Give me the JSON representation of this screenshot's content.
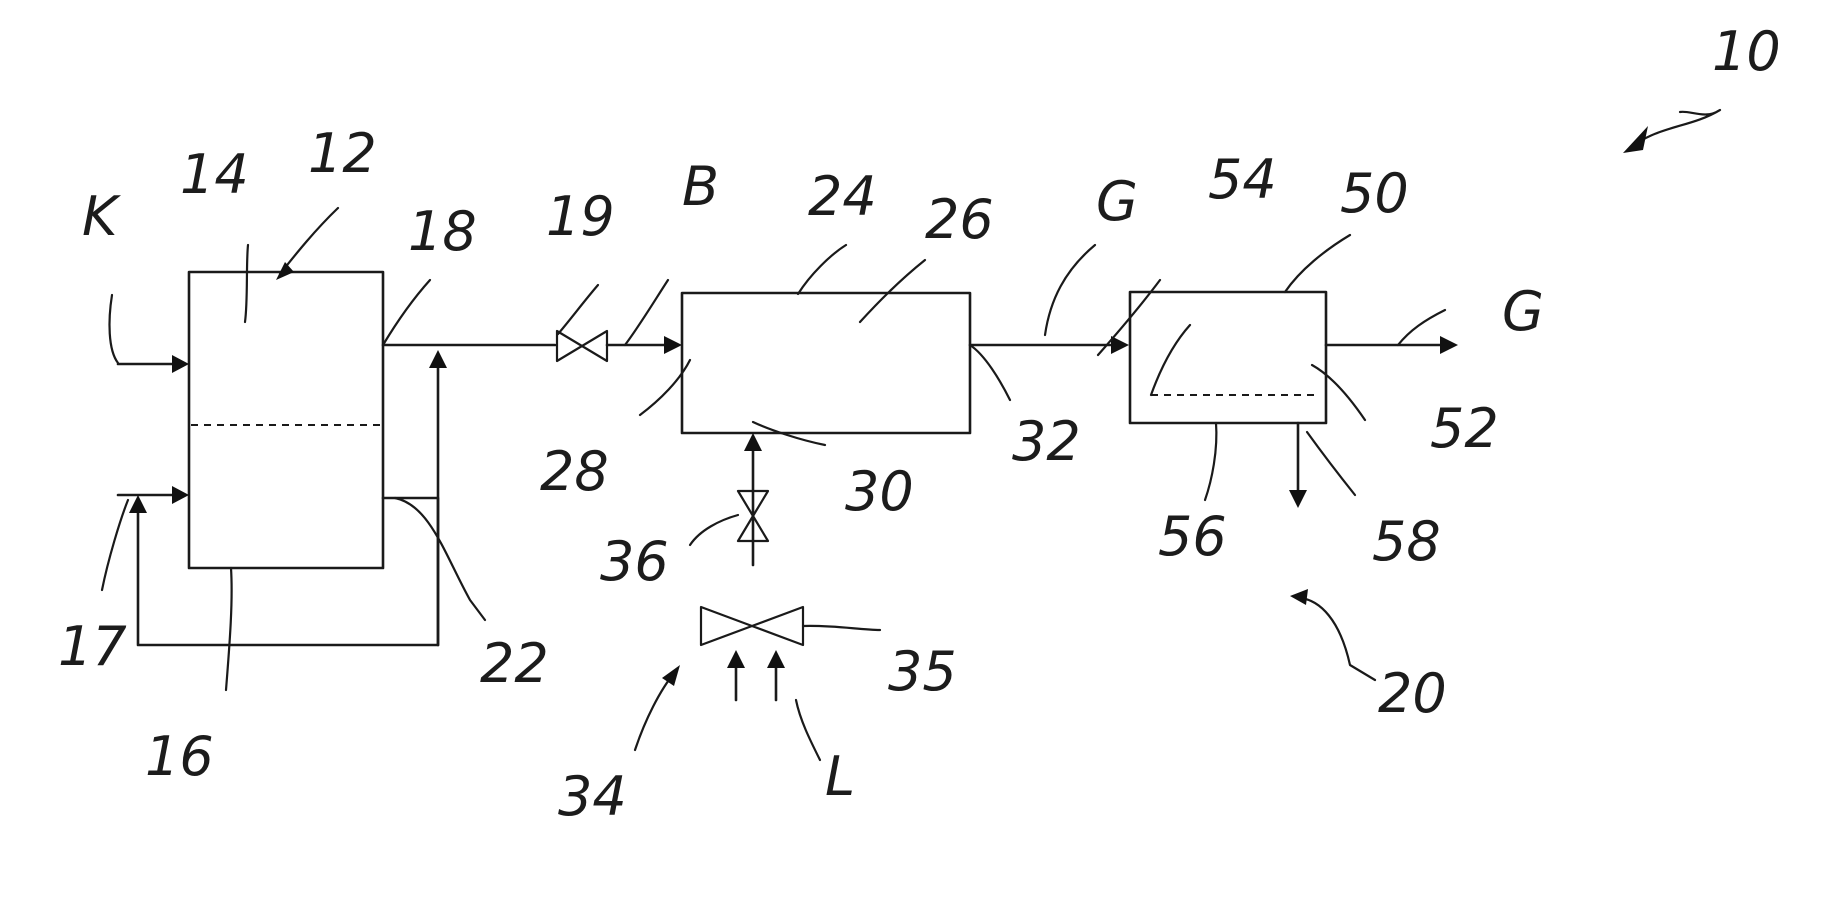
{
  "labels": {
    "l10": "10",
    "l12": "12",
    "l14": "14",
    "l16": "16",
    "l17": "17",
    "l18": "18",
    "l19": "19",
    "l20": "20",
    "l22": "22",
    "l24": "24",
    "l26": "26",
    "l28": "28",
    "l30": "30",
    "l32": "32",
    "l34": "34",
    "l35": "35",
    "l36": "36",
    "l50": "50",
    "l52": "52",
    "l54": "54",
    "l56": "56",
    "l58": "58",
    "lK": "K",
    "lB": "B",
    "lG1": "G",
    "lG2": "G",
    "lL": "L"
  },
  "colors": {
    "ink": "#1a1a1a",
    "background": "#ffffff"
  }
}
